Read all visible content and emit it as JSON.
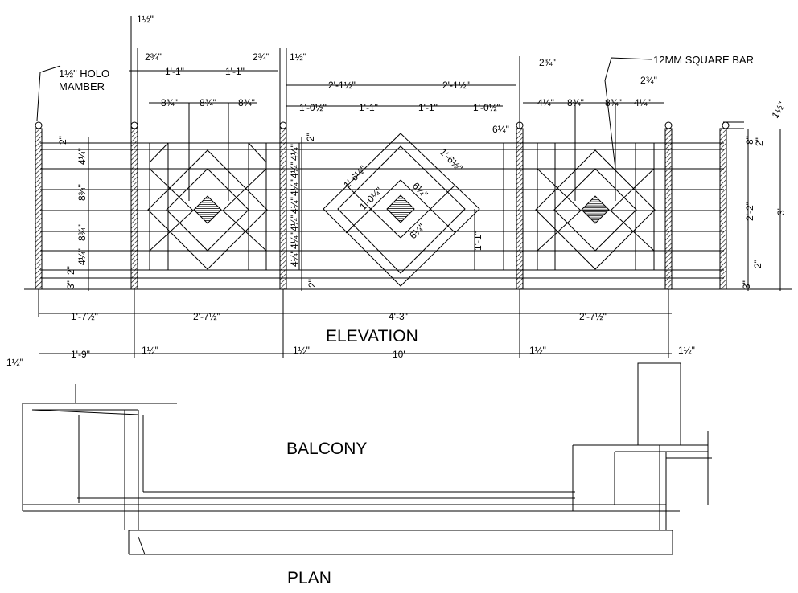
{
  "labels": {
    "holo_member": [
      "1½\" HOLO",
      "MAMBER"
    ],
    "square_bar": "12MM SQUARE BAR",
    "elevation": "ELEVATION",
    "balcony": "BALCONY",
    "plan": "PLAN"
  },
  "dimensions": {
    "bottom_row1": [
      "1'-7½\"",
      "2'-7½\"",
      "4'-3\"",
      "2'-7½\""
    ],
    "bottom_row2": [
      "1½\"",
      "1'-9\"",
      "1½\"",
      "1½\"",
      "10'",
      "1½\"",
      "1½\""
    ],
    "top_left": [
      "1½\"",
      "2¾\"",
      "1'-1\"",
      "1'-1\"",
      "2¾\"",
      "1½\""
    ],
    "top_left_inner": [
      "8¾\"",
      "8¾\"",
      "8¾\""
    ],
    "top_center": [
      "2'-1½\"",
      "2'-1½\""
    ],
    "top_center_inner": [
      "1'-0½\"",
      "1'-1\"",
      "1'-1\"",
      "1'-0½\""
    ],
    "top_right": [
      "2¾\"",
      "4¼\"",
      "8¾\"",
      "8¾\"",
      "4¼\"",
      "2¾\""
    ],
    "center_diamond": [
      "6¼\"",
      "1'-6½\"",
      "1'-6½\"",
      "1'-0¼\"",
      "6¼\"",
      "6¼\"",
      "1'-1\""
    ],
    "left_vertical": [
      "2\"",
      "4¼\"",
      "8¾\"",
      "8¾\"",
      "4¼\"",
      "2\"",
      "3\""
    ],
    "mid_vertical": [
      "2\"",
      "4¼\"",
      "4¼\"",
      "4¼\"",
      "4¼\"",
      "4¼\"",
      "4¼\"",
      "4¼\"",
      "2\""
    ],
    "right_vertical": [
      "1½\"",
      "8\"",
      "2\"",
      "2'-2\"",
      "3'",
      "2\"",
      "3\""
    ]
  }
}
